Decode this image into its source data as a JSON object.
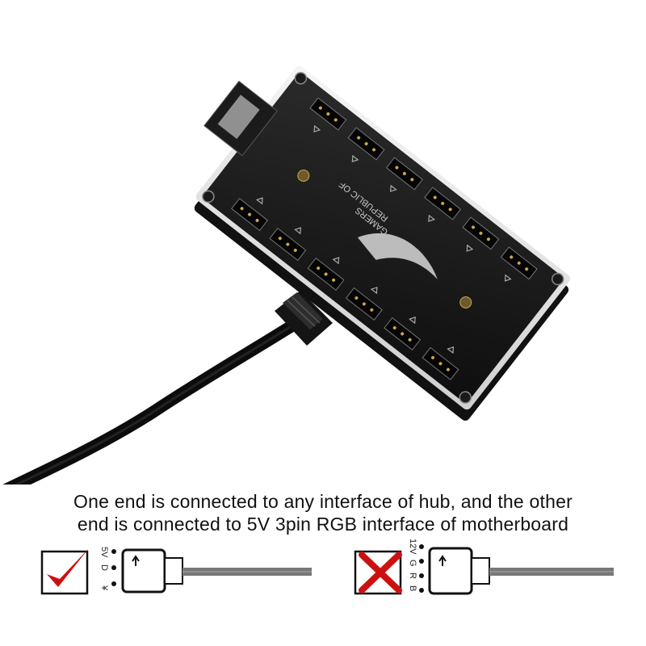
{
  "product": {
    "logo_text_line1": "REPUBLIC OF",
    "logo_text_line2": "GAMERS"
  },
  "caption": {
    "line1": "One end is connected to any interface of hub, and the other",
    "line2": "end is connected to 5V 3pin RGB interface of motherboard"
  },
  "connectors": [
    {
      "status": "correct",
      "mark_icon": "check-icon",
      "mark_color": "#cc1010",
      "pin_labels": [
        "5V",
        "D",
        "¥"
      ]
    },
    {
      "status": "incorrect",
      "mark_icon": "cross-icon",
      "mark_color": "#cc1010",
      "pin_labels": [
        "12V",
        "G",
        "R",
        "B"
      ]
    }
  ]
}
